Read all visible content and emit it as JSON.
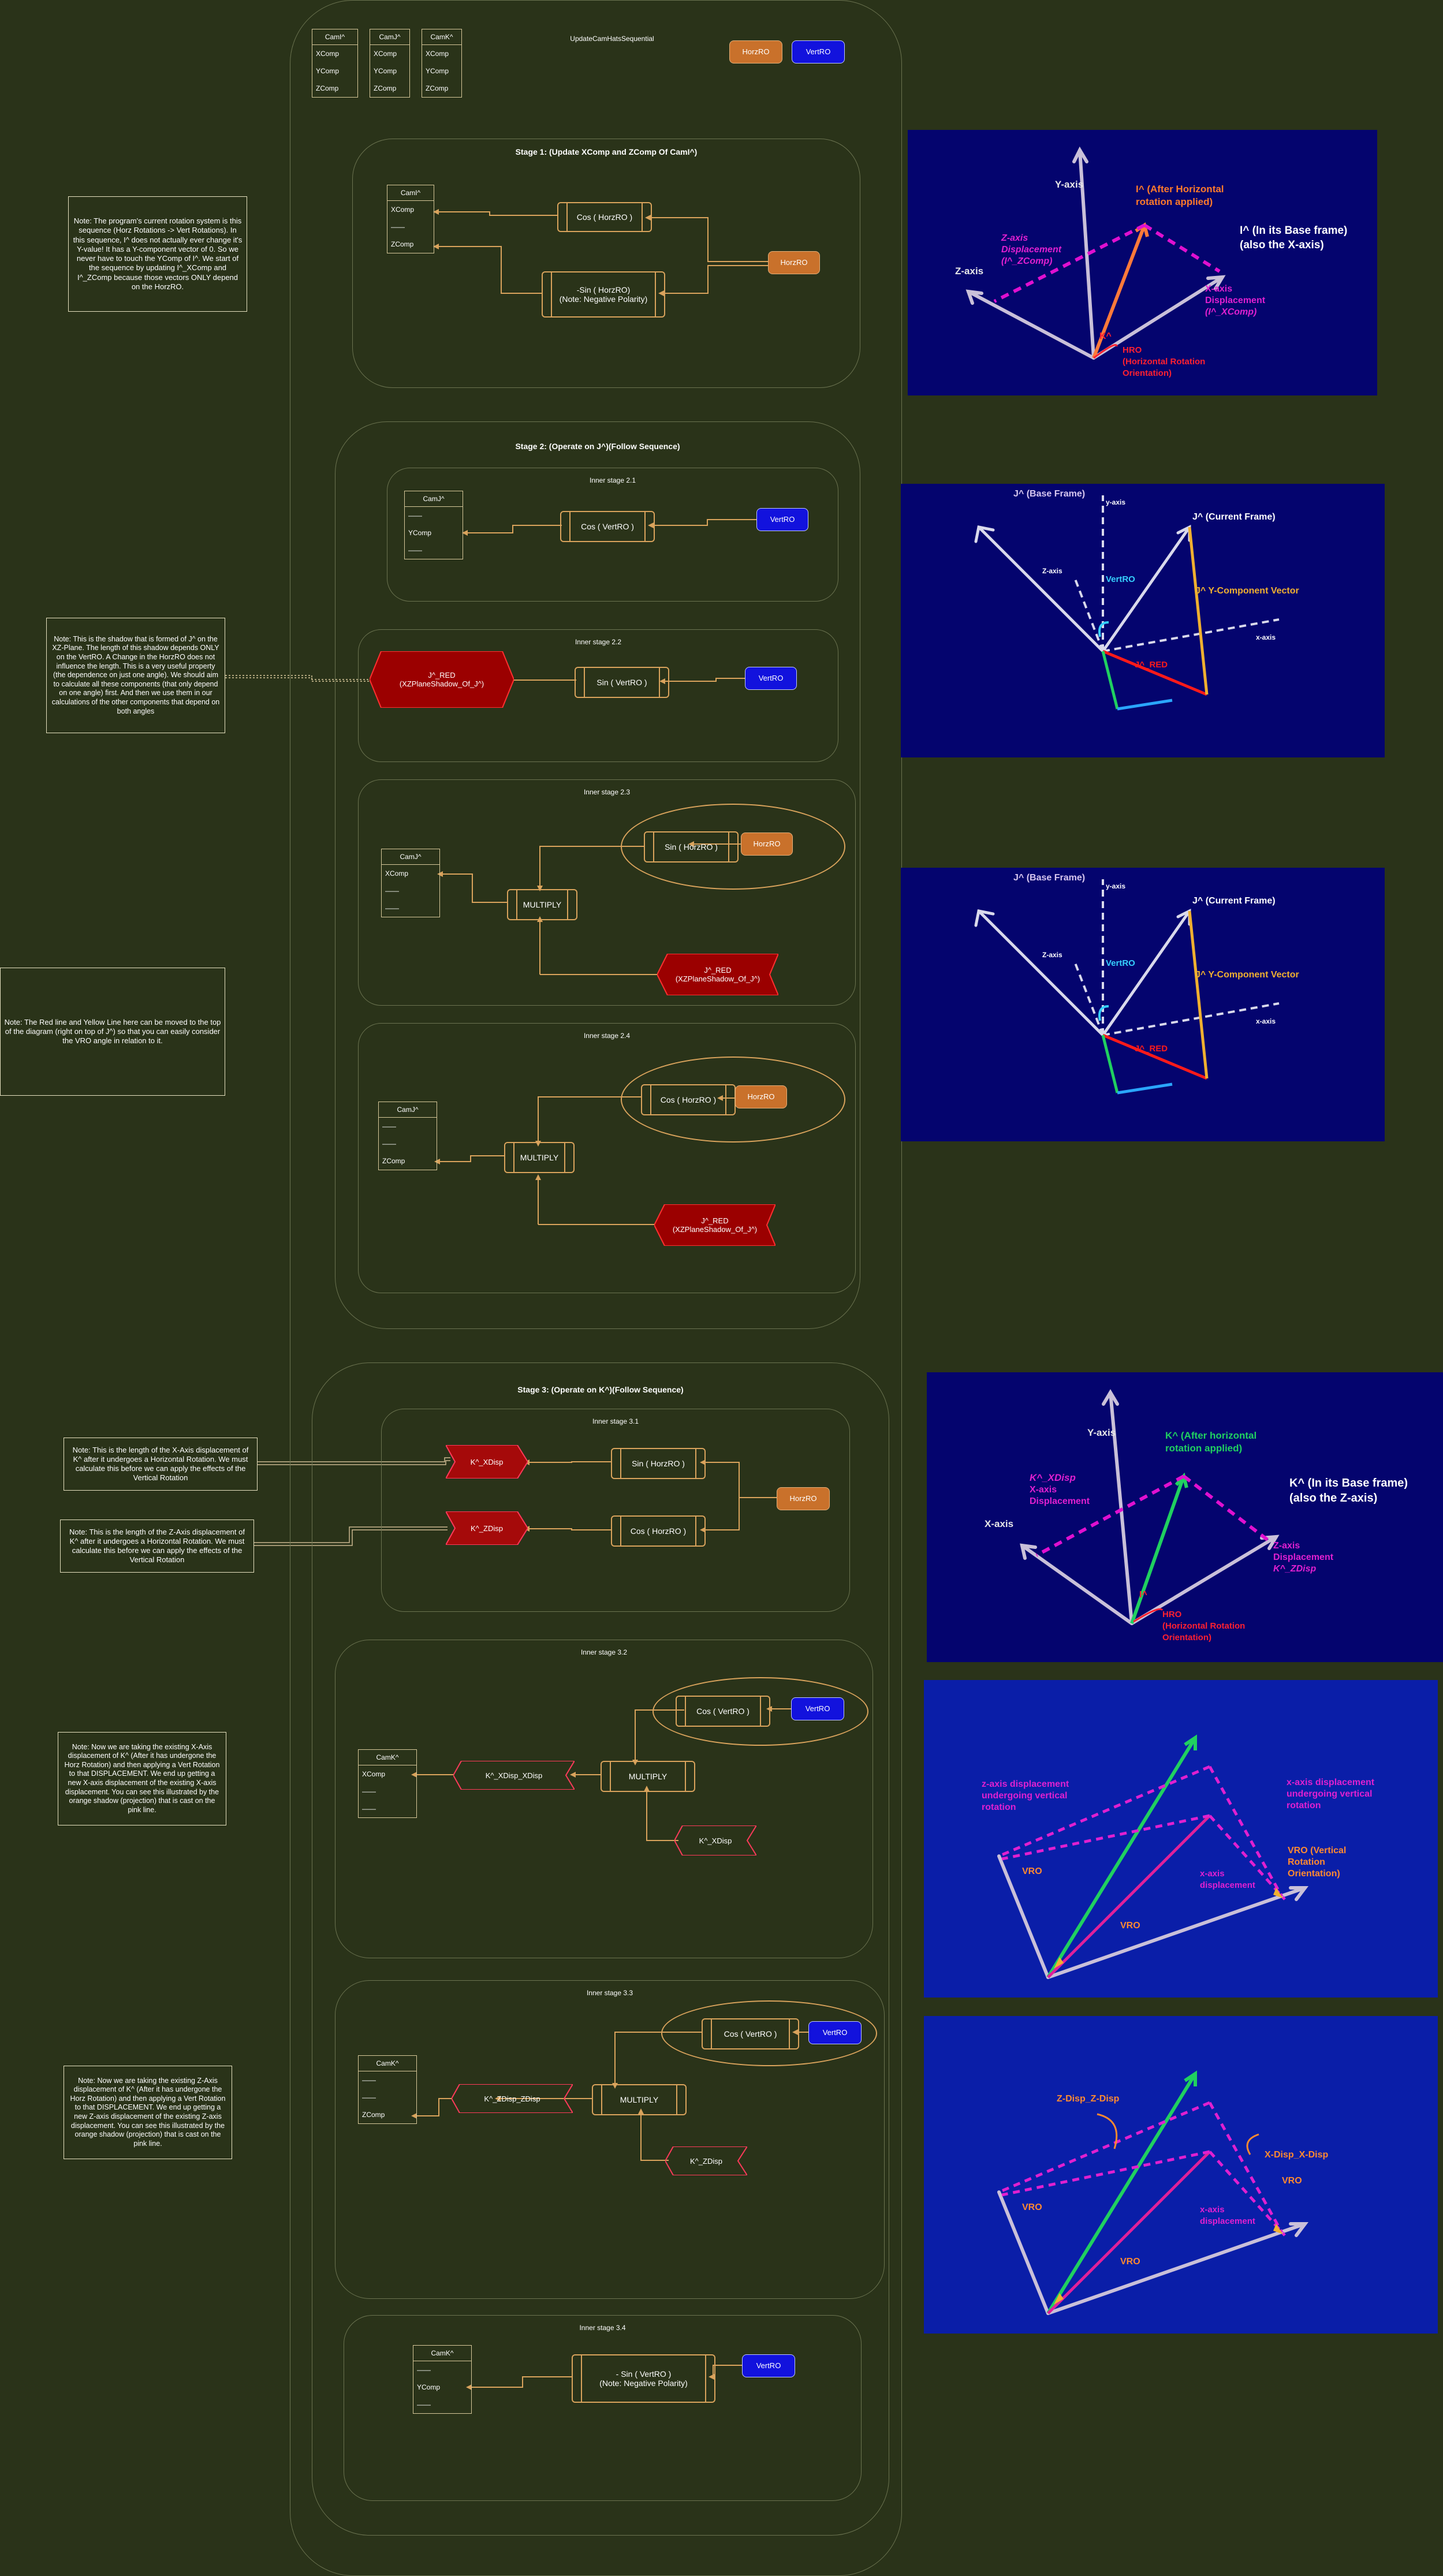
{
  "header": {
    "cam_i": {
      "title": "CamI^",
      "rows": [
        "XComp",
        "YComp",
        "ZComp"
      ]
    },
    "cam_j": {
      "title": "CamJ^",
      "rows": [
        "XComp",
        "YComp",
        "ZComp"
      ]
    },
    "cam_k": {
      "title": "CamK^",
      "rows": [
        "XComp",
        "YComp",
        "ZComp"
      ]
    },
    "title": "UpdateCamHatsSequential",
    "horz_button": "HorzRO",
    "vert_button": "VertRO"
  },
  "stage1": {
    "title": "Stage 1: (Update XComp and ZComp Of CamI^)",
    "cam": {
      "title": "CamI^",
      "rows": [
        "XComp",
        "——",
        "ZComp"
      ]
    },
    "cos": "Cos ( HorzRO )",
    "sin_l1": "-Sin ( HorzRO)",
    "sin_l2": "(Note: Negative Polarity)",
    "horz": "HorzRO",
    "note": "Note: The program's current rotation system is this sequence (Horz Rotations -> Vert Rotations). In this sequence, I^ does not actually ever change it's Y-value! It has a Y-component vector of 0. So we never have to touch the YComp of I^. We start of the sequence by updating I^_XComp and I^_ZComp because those vectors ONLY depend on the HorzRO."
  },
  "stage2": {
    "title": "Stage 2: (Operate on J^)(Follow Sequence)",
    "inner1": {
      "title": "Inner stage 2.1",
      "cam": {
        "title": "CamJ^",
        "rows": [
          "——",
          "YComp",
          "——"
        ]
      },
      "func": "Cos ( VertRO )",
      "vert": "VertRO"
    },
    "inner2": {
      "title": "Inner stage 2.2",
      "shadow_l1": "J^_RED",
      "shadow_l2": "(XZPlaneShadow_Of_J^)",
      "func": "Sin ( VertRO )",
      "vert": "VertRO"
    },
    "inner3": {
      "title": "Inner stage 2.3",
      "cam": {
        "title": "CamJ^",
        "rows": [
          "XComp",
          "——",
          "——"
        ]
      },
      "func": "Sin ( HorzRO )",
      "horz": "HorzRO",
      "multiply": "MULTIPLY",
      "shadow_l1": "J^_RED",
      "shadow_l2": "(XZPlaneShadow_Of_J^)"
    },
    "inner4": {
      "title": "Inner stage 2.4",
      "cam": {
        "title": "CamJ^",
        "rows": [
          "——",
          "——",
          "ZComp"
        ]
      },
      "func": "Cos ( HorzRO )",
      "horz": "HorzRO",
      "multiply": "MULTIPLY",
      "shadow_l1": "J^_RED",
      "shadow_l2": "(XZPlaneShadow_Of_J^)"
    },
    "note_shadow": "Note: This is the shadow that is formed of J^ on the XZ-Plane. The length of this shadow depends ONLY on the VertRO. A Change in the HorzRO does not influence the length. This is a very useful property (the dependence on just one angle). We should aim to calculate all these components (that only depend on one angle) first. And then we use them in our calculations of the other components that depend on both angles",
    "note_redline": "Note: The Red line and Yellow Line here can be moved to the top of the diagram (right on top of J^) so that you can easily consider the VRO angle in relation to it."
  },
  "stage3": {
    "title": "Stage 3: (Operate on K^)(Follow Sequence)",
    "inner1": {
      "title": "Inner stage 3.1",
      "xdisp": "K^_XDisp",
      "zdisp": "K^_ZDisp",
      "sin": "Sin ( HorzRO )",
      "cos": "Cos ( HorzRO )",
      "horz": "HorzRO"
    },
    "inner2": {
      "title": "Inner stage 3.2",
      "cam": {
        "title": "CamK^",
        "rows": [
          "XComp",
          "——",
          "——"
        ]
      },
      "out": "K^_XDisp_XDisp",
      "multiply": "MULTIPLY",
      "func": "Cos ( VertRO )",
      "vert": "VertRO",
      "in": "K^_XDisp"
    },
    "inner3": {
      "title": "Inner stage 3.3",
      "cam": {
        "title": "CamK^",
        "rows": [
          "——",
          "——",
          "ZComp"
        ]
      },
      "out": "K^_ZDisp_ZDisp",
      "multiply": "MULTIPLY",
      "func": "Cos ( VertRO )",
      "vert": "VertRO",
      "in": "K^_ZDisp"
    },
    "inner4": {
      "title": "Inner stage 3.4",
      "cam": {
        "title": "CamK^",
        "rows": [
          "——",
          "YComp",
          "——"
        ]
      },
      "func_l1": "- Sin ( VertRO )",
      "func_l2": "(Note: Negative Polarity)",
      "vert": "VertRO"
    },
    "note_x": "Note: This is the length of the X-Axis displacement of K^ after it undergoes a Horizontal Rotation. We must calculate this before we can apply the effects of the Vertical Rotation",
    "note_z": "Note: This is the length of the Z-Axis displacement of K^ after it undergoes a Horizontal Rotation. We must calculate this before we can apply the effects of the Vertical Rotation",
    "note_xx": "Note: Now we are taking the existing X-Axis displacement of K^ (After it has undergone the Horz Rotation) and then applying a Vert Rotation to that DISPLACEMENT. We end up getting a new X-axis displacement of the existing X-axis displacement. You can see this illustrated by the orange shadow (projection) that is cast on the pink line.",
    "note_zz": "Note: Now we are taking the existing Z-Axis displacement of K^ (After it has undergone the Horz Rotation) and then applying a Vert Rotation to that DISPLACEMENT. We end up getting a new Z-axis displacement of the existing Z-axis displacement. You can see this illustrated by the orange shadow (projection) that is cast on the pink line."
  },
  "pics": {
    "i": {
      "y_axis": "Y-axis",
      "z_axis": "Z-axis",
      "i_after_1": "I^ (After Horizontal",
      "i_after_2": "rotation applied)",
      "i_base_1": "I^ (In its Base frame)",
      "i_base_2": "(also the X-axis)",
      "zdisp_1": "Z-axis",
      "zdisp_2": "Displacement",
      "zdisp_3": "(I^_ZComp)",
      "xdisp_1": "X-axis",
      "xdisp_2": "Displacement",
      "xdisp_3": "(I^_XComp)",
      "k": "K^",
      "hro_1": "HRO",
      "hro_2": "(Horizontal Rotation",
      "hro_3": "Orientation)"
    },
    "j": {
      "base": "J^ (Base Frame)",
      "y_axis": "y-axis",
      "current": "J^ (Current Frame)",
      "z_axis": "Z-axis",
      "vert": "VertRO",
      "ycomp": "J^ Y-Component Vector",
      "x_axis": "x-axis",
      "red": "J^_RED"
    },
    "k": {
      "y_axis": "Y-axis",
      "k_after_1": "K^ (After horizontal",
      "k_after_2": "rotation applied)",
      "k_base_1": "K^ (In its Base frame)",
      "k_base_2": "(also the Z-axis)",
      "x_axis": "X-axis",
      "xdisp_1": "K^_XDisp",
      "xdisp_2": "X-axis",
      "xdisp_3": "Displacement",
      "zdisp_1": "Z-axis",
      "zdisp_2": "Displacement",
      "zdisp_3": "K^_ZDisp",
      "i": "I^",
      "hro_1": "HRO",
      "hro_2": "(Horizontal Rotation",
      "hro_3": "Orientation)"
    },
    "v1": {
      "zdisp_1": "z-axis displacement",
      "zdisp_2": "undergoing vertical",
      "zdisp_3": "rotation",
      "xdisp_1": "x-axis displacement",
      "xdisp_2": "undergoing vertical",
      "xdisp_3": "rotation",
      "vro": "VRO",
      "vro_long_1": "VRO (Vertical",
      "vro_long_2": "Rotation",
      "vro_long_3": "Orientation)",
      "xdisp_s_1": "x-axis",
      "xdisp_s_2": "displacement"
    },
    "v2": {
      "zz": "Z-Disp_Z-Disp",
      "xx": "X-Disp_X-Disp",
      "vro": "VRO",
      "xdisp_s_1": "x-axis",
      "xdisp_s_2": "displacement"
    }
  },
  "colors": {
    "bg": "#2a3319",
    "horz": "#c9712b",
    "vert": "#1212dd",
    "shadow": "#9b0000",
    "pic_dark": "#04046e",
    "pic_light": "#0a1ea8",
    "gold": "#d9a35c"
  }
}
